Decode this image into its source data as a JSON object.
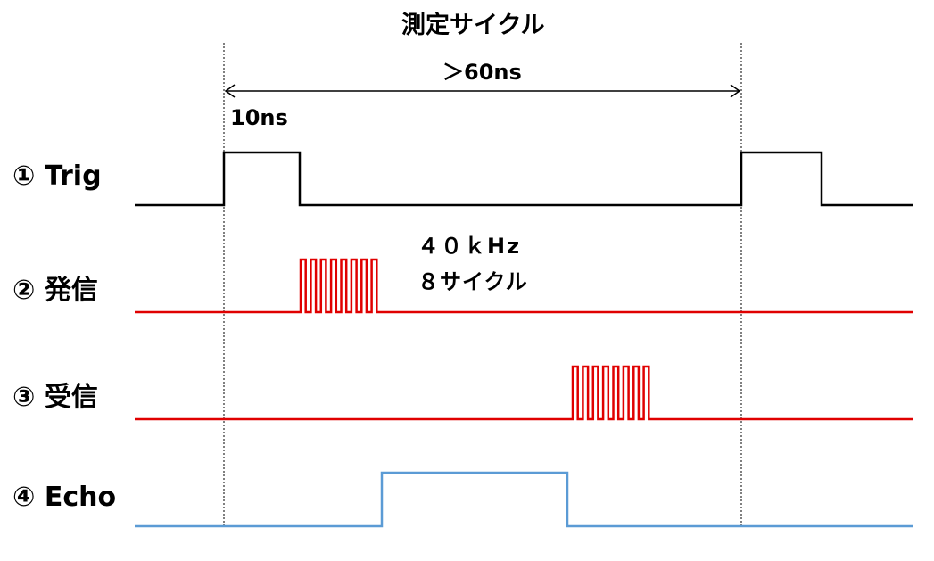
{
  "annotations": {
    "title": "測定サイクル",
    "period": "＞60ns",
    "pulse_width": "10ns",
    "frequency": "４０ｋHz",
    "cycles": "８サイクル"
  },
  "signals": {
    "trig": "① Trig",
    "send": "② 発信",
    "recv": "③ 受信",
    "echo": "④ Echo"
  },
  "colors": {
    "trig": "#000000",
    "send": "#e00000",
    "recv": "#e00000",
    "echo": "#5b9bd5"
  },
  "burst": {
    "pulse_count": 8
  }
}
